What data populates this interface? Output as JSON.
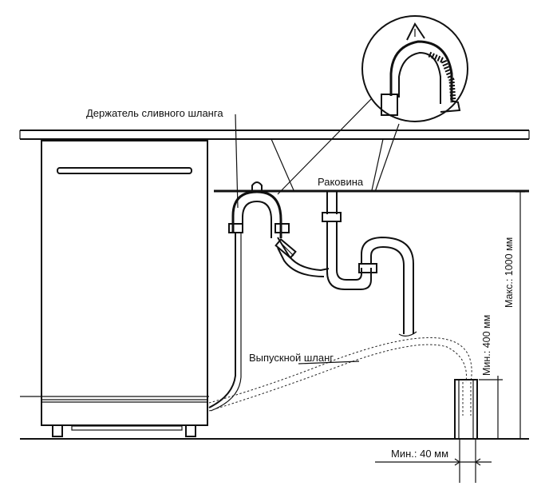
{
  "labels": {
    "hose_holder": "Держатель сливного шланга",
    "sink": "Раковина",
    "outlet_hose": "Выпускной шланг",
    "min_400": "Мин.: 400 мм",
    "max_1000": "Макс.: 1000 мм",
    "min_40": "Мин.: 40 мм"
  }
}
